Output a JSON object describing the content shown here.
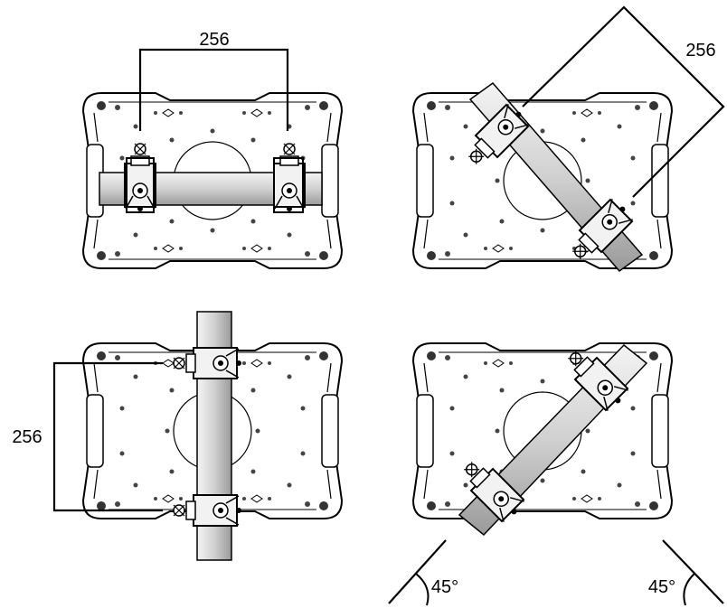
{
  "views": [
    {
      "id": "horizontal-clamp",
      "dimension": "256"
    },
    {
      "id": "diagonal-clamp",
      "dimension": "256"
    },
    {
      "id": "vertical-clamp",
      "dimension": "256"
    },
    {
      "id": "angled-clamp",
      "angle_left": "45°",
      "angle_right": "45°"
    }
  ],
  "colors": {
    "line": "#000000",
    "pipe": "#cfcfcf",
    "body": "#ffffff",
    "clamp": "#f2f2f2"
  }
}
